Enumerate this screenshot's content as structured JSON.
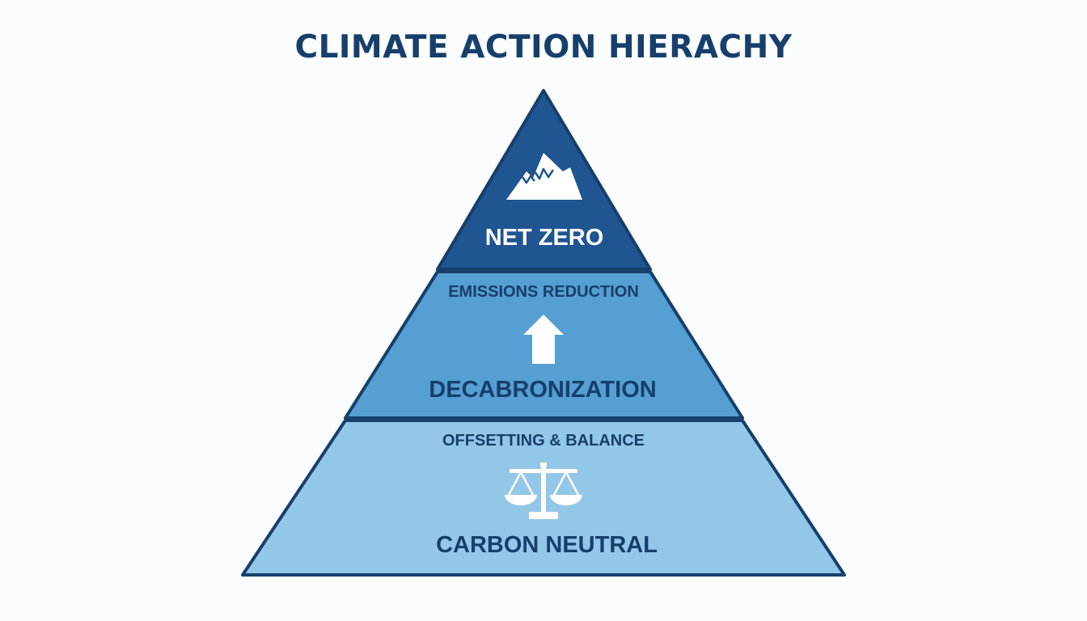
{
  "title": "CLIMATE ACTION HIERACHY",
  "tiers": {
    "top": {
      "label": "NET ZERO",
      "icon": "mountain-icon",
      "fill": "#1f5590",
      "text_color": "#ffffff"
    },
    "middle": {
      "sublabel": "EMISSIONS REDUCTION",
      "label": "DECABRONIZATION",
      "icon": "arrow-up-icon",
      "fill": "#559fd2",
      "text_color": "#173f6b"
    },
    "bottom": {
      "sublabel": "OFFSETTING & BALANCE",
      "label": "CARBON NEUTRAL",
      "icon": "scale-icon",
      "fill": "#93c7e8",
      "text_color": "#173f6b"
    }
  },
  "colors": {
    "outline": "#173f6b",
    "background": "#fbfcfd"
  }
}
